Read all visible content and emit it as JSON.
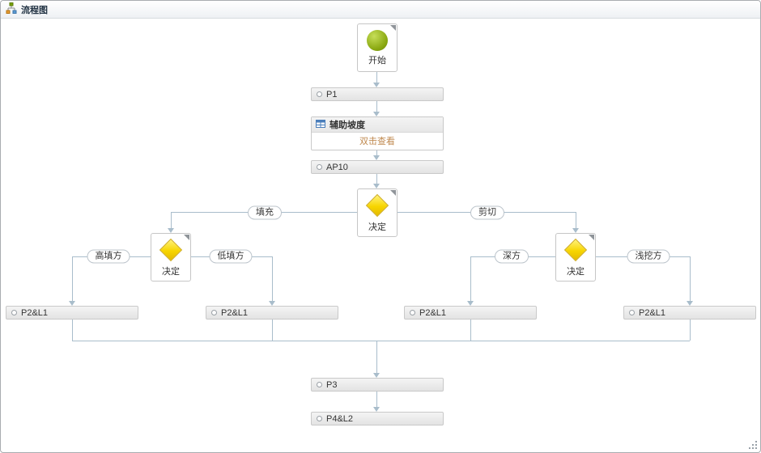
{
  "panel": {
    "title": "流程图"
  },
  "nodes": {
    "start": {
      "label": "开始"
    },
    "p1": {
      "label": "P1"
    },
    "aux": {
      "title": "辅助坡度",
      "hint": "双击查看"
    },
    "ap10": {
      "label": "AP10"
    },
    "decision_main": {
      "label": "决定"
    },
    "decision_left": {
      "label": "决定"
    },
    "decision_right": {
      "label": "决定"
    },
    "p2l1_1": {
      "label": "P2&L1"
    },
    "p2l1_2": {
      "label": "P2&L1"
    },
    "p2l1_3": {
      "label": "P2&L1"
    },
    "p2l1_4": {
      "label": "P2&L1"
    },
    "p3": {
      "label": "P3"
    },
    "p4l2": {
      "label": "P4&L2"
    }
  },
  "edge_labels": {
    "fill": "填充",
    "cut": "剪切",
    "high_fill": "高填方",
    "low_fill": "低填方",
    "deep_cut": "深方",
    "shallow_cut": "浅挖方"
  },
  "colors": {
    "connector": "#a9bdcb",
    "decision_yellow": "#f7d500",
    "start_green": "#8aa811",
    "hint_text": "#c08a50"
  }
}
